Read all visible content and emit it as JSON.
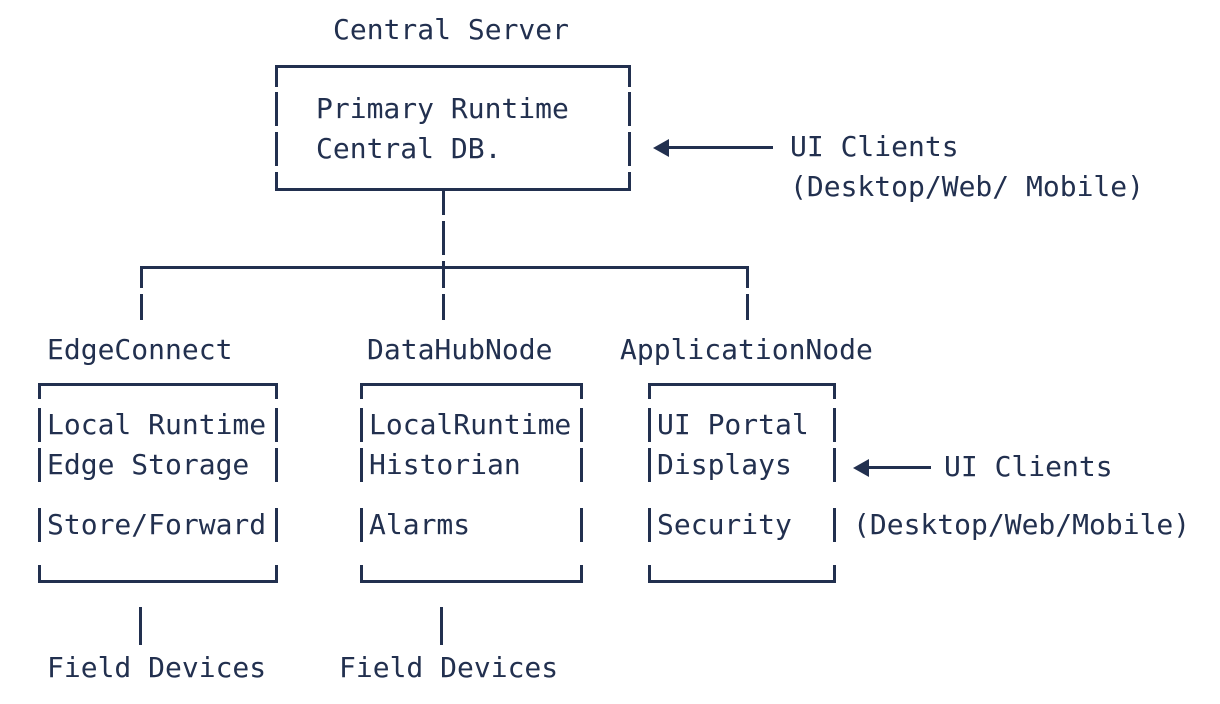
{
  "diagram": {
    "title": "Central Server",
    "background_color": "#ffffff",
    "ink_color": "#22304f",
    "root": {
      "label": "Central Server",
      "box_lines": [
        "Primary Runtime",
        "Central DB."
      ],
      "annotation": {
        "arrow": "left-arrow-icon",
        "line1": "UI Clients",
        "line2": "(Desktop/Web/ Mobile)"
      }
    },
    "nodes": [
      {
        "name": "EdgeConnect",
        "label": "EdgeConnect",
        "box_lines": [
          "Local Runtime",
          "Edge Storage",
          "",
          "Store/Forward"
        ],
        "child_label": "Field Devices"
      },
      {
        "name": "DataHubNode",
        "label": "DataHubNode",
        "box_lines": [
          "LocalRuntime",
          "Historian",
          "",
          "Alarms"
        ],
        "child_label": "Field Devices"
      },
      {
        "name": "ApplicationNode",
        "label": "ApplicationNode",
        "box_lines": [
          "UI Portal",
          "Displays",
          "",
          "Security"
        ],
        "child_label": "",
        "annotation": {
          "arrow": "left-arrow-icon",
          "line1": "UI Clients",
          "line2": "(Desktop/Web/Mobile)"
        }
      }
    ]
  }
}
